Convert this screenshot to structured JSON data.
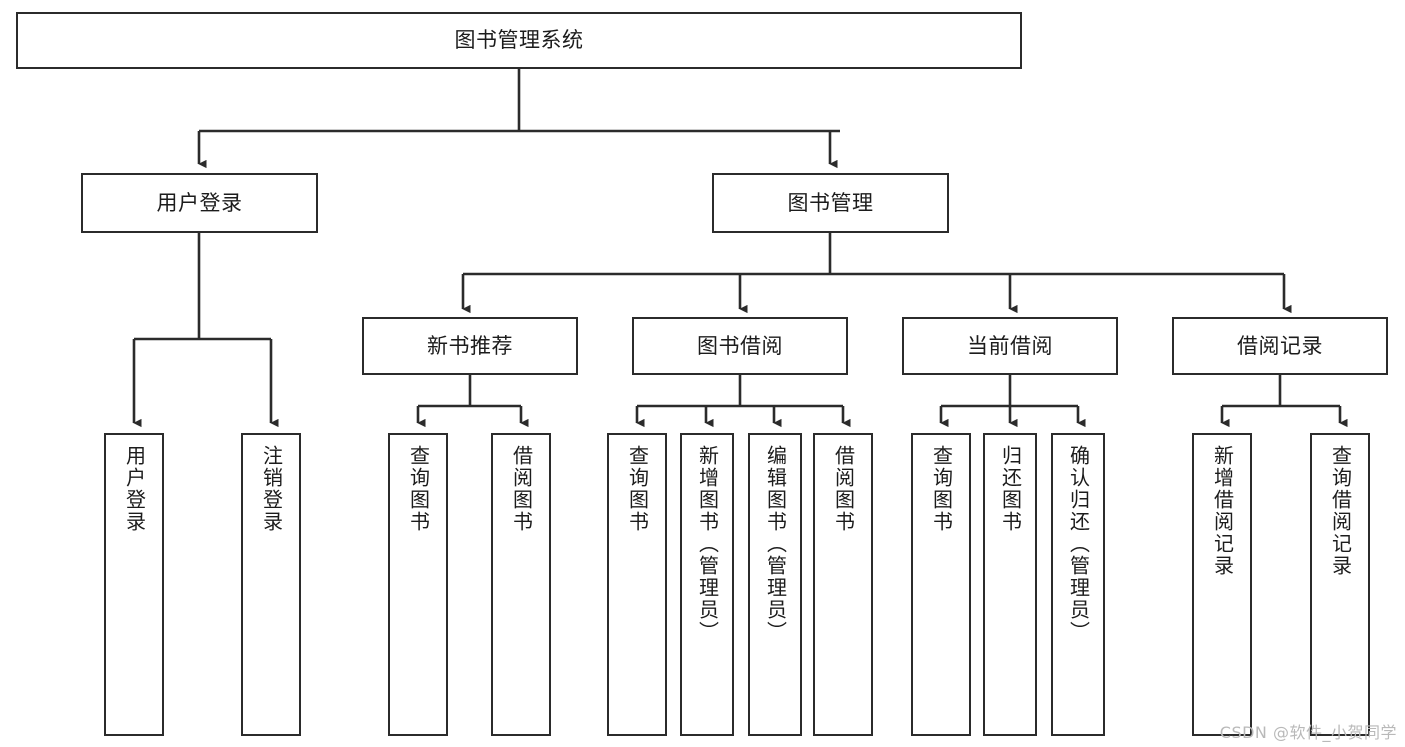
{
  "diagram": {
    "title": "图书管理系统",
    "type": "tree-hierarchy",
    "watermark": "CSDN @软件_小贺同学",
    "colors": {
      "background": "#ffffff",
      "box_border": "#2b2b2b",
      "box_fill": "#ffffff",
      "edge": "#2b2b2b",
      "text": "#1c1c1c",
      "watermark": "#b9b9b9"
    },
    "nodes": {
      "root": {
        "label": "图书管理系统"
      },
      "level1": [
        {
          "label": "用户登录"
        },
        {
          "label": "图书管理"
        }
      ],
      "level2": [
        {
          "label": "新书推荐"
        },
        {
          "label": "图书借阅"
        },
        {
          "label": "当前借阅"
        },
        {
          "label": "借阅记录"
        }
      ],
      "leaves": [
        {
          "label": "用户登录",
          "parent": "用户登录"
        },
        {
          "label": "注销登录",
          "parent": "用户登录"
        },
        {
          "label": "查询图书",
          "parent": "新书推荐"
        },
        {
          "label": "借阅图书",
          "parent": "新书推荐"
        },
        {
          "label": "查询图书",
          "parent": "图书借阅"
        },
        {
          "label": "新增图书（管理员）",
          "parent": "图书借阅"
        },
        {
          "label": "编辑图书（管理员）",
          "parent": "图书借阅"
        },
        {
          "label": "借阅图书",
          "parent": "图书借阅"
        },
        {
          "label": "查询图书",
          "parent": "当前借阅"
        },
        {
          "label": "归还图书",
          "parent": "当前借阅"
        },
        {
          "label": "确认归还（管理员）",
          "parent": "当前借阅"
        },
        {
          "label": "新增借阅记录",
          "parent": "借阅记录"
        },
        {
          "label": "查询借阅记录",
          "parent": "借阅记录"
        }
      ]
    }
  }
}
